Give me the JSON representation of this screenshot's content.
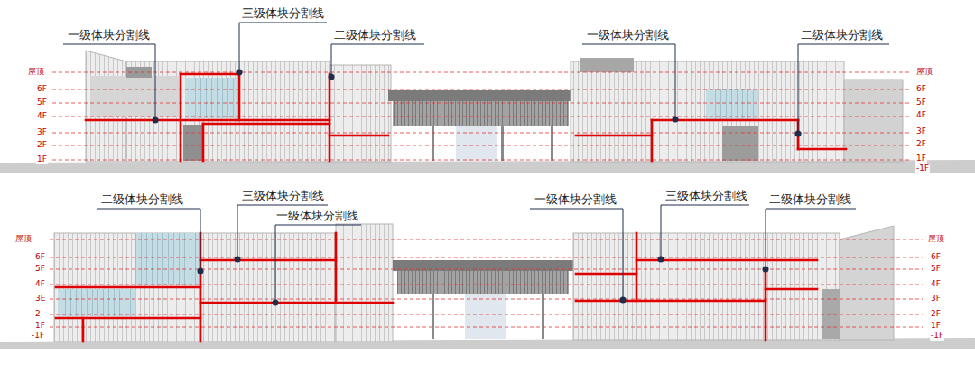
{
  "diagram": {
    "labels": [
      "一级体块分割线",
      "三级体块分割线",
      "二级体块分割线",
      "一级体块分割线",
      "二级体块分割线",
      "屋顶",
      "6F",
      "5F",
      "4F",
      "3F",
      "2F",
      "1F",
      "屋顶",
      "6F",
      "5F",
      "4F",
      "3F",
      "2F",
      "1F",
      "-1F",
      "二级体块分割线",
      "三级体块分割线",
      "一级体块分割线",
      "一级体块分割线",
      "三级体块分割线",
      "二级体块分割线",
      "屋顶",
      "6F",
      "5F",
      "4F",
      "3E",
      "2",
      "1F",
      "-1F",
      "屋顶",
      "6F",
      "5F",
      "4F",
      "3F",
      "2F",
      "1F",
      "-1F"
    ]
  }
}
